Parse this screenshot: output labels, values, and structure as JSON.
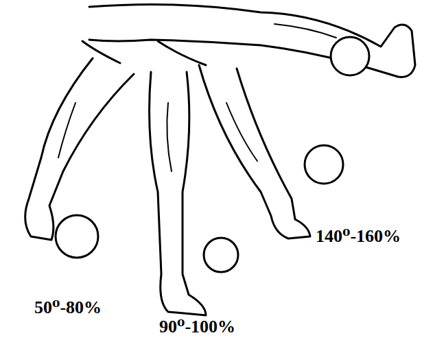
{
  "diagram": {
    "labels": [
      "140⁰-160%",
      "50⁰-80%",
      "90⁰-100%"
    ]
  }
}
